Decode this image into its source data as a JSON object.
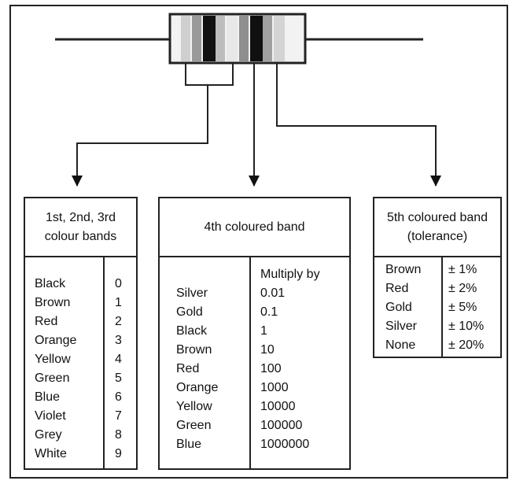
{
  "box1": {
    "title_line1": "1st, 2nd, 3rd",
    "title_line2": "colour bands",
    "colours": [
      "Black",
      "Brown",
      "Red",
      "Orange",
      "Yellow",
      "Green",
      "Blue",
      "Violet",
      "Grey",
      "White"
    ],
    "digits": [
      "0",
      "1",
      "2",
      "3",
      "4",
      "5",
      "6",
      "7",
      "8",
      "9"
    ]
  },
  "box2": {
    "title": "4th coloured band",
    "values_header": "Multiply by",
    "colours": [
      "Silver",
      "Gold",
      "Black",
      "Brown",
      "Red",
      "Orange",
      "Yellow",
      "Green",
      "Blue"
    ],
    "multipliers": [
      "0.01",
      "0.1",
      "1",
      "10",
      "100",
      "1000",
      "10000",
      "100000",
      "1000000"
    ]
  },
  "box3": {
    "title_line1": "5th coloured band",
    "title_line2": "(tolerance)",
    "colours": [
      "Brown",
      "Red",
      "Gold",
      "Silver",
      "None"
    ],
    "tolerances": [
      "± 1%",
      "± 2%",
      "± 5%",
      "± 10%",
      "± 20%"
    ]
  },
  "resistor": {
    "body_color": "#f2f2f2",
    "band_colors": [
      "#cfcfcf",
      "#9a9a9a",
      "#111111",
      "#bdbdbd",
      "#e8e8e8",
      "#8f8f8f",
      "#101010",
      "#a0a0a0",
      "#d4d4d4"
    ]
  }
}
